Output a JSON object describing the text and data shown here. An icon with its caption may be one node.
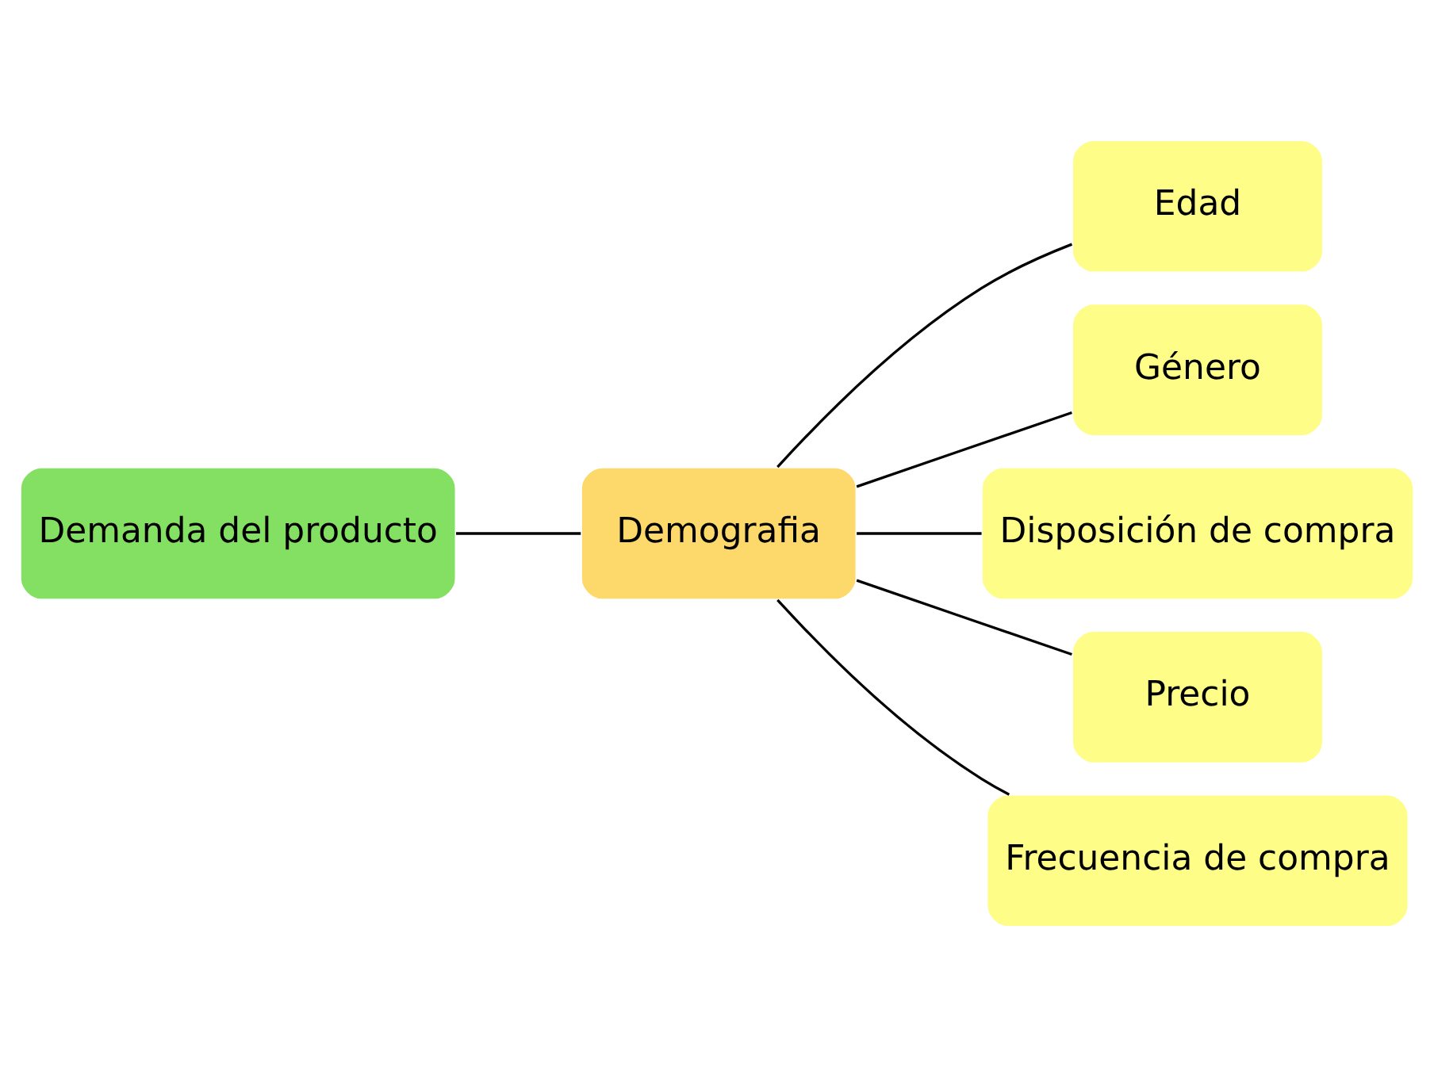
{
  "diagram": {
    "nodes": [
      {
        "text": [
          "Demanda del producto"
        ]
      },
      {
        "text": [
          "Demografia"
        ]
      },
      {
        "text": [
          "Edad"
        ]
      },
      {
        "text": [
          "Género"
        ]
      },
      {
        "text": [
          "Disposición de compra"
        ]
      },
      {
        "text": [
          "Precio"
        ]
      },
      {
        "text": [
          "Frecuencia de compra"
        ]
      }
    ],
    "edges": [
      {
        "from": 0,
        "to": 1,
        "arrow": "none"
      },
      {
        "from": 1,
        "to": 2,
        "arrow": "none"
      },
      {
        "from": 1,
        "to": 3,
        "arrow": "none"
      },
      {
        "from": 1,
        "to": 4,
        "arrow": "none"
      },
      {
        "from": 1,
        "to": 5,
        "arrow": "none"
      },
      {
        "from": 1,
        "to": 6,
        "arrow": "none"
      }
    ]
  }
}
